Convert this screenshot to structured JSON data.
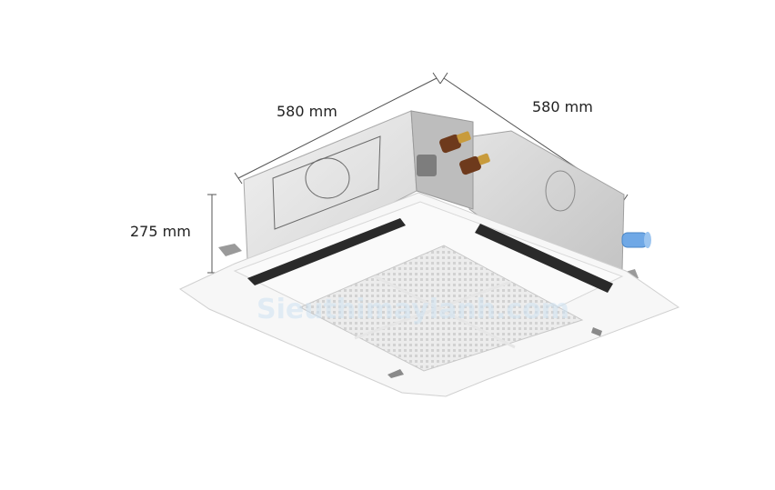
{
  "dimensions": {
    "width_label": "580 mm",
    "depth_label": "580 mm",
    "height_label": "275 mm"
  },
  "watermark_text": "Sieuthimaylanh.com",
  "colors": {
    "background": "#ffffff",
    "dimension_line": "#555555",
    "unit_body_light": "#e9e9e9",
    "unit_body_shade": "#c9c9c9",
    "panel_white": "#f7f7f7",
    "grille": "#d8d8d8",
    "vane_dark": "#2a2a2a",
    "copper": "#b36a2c",
    "drain_blue": "#6fa8e6"
  }
}
